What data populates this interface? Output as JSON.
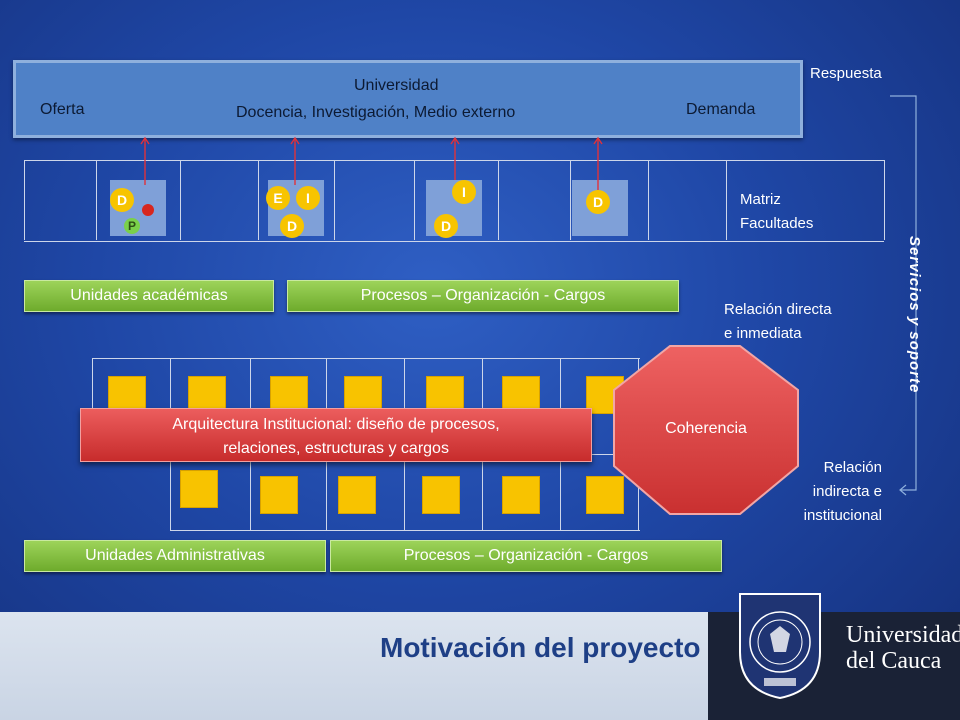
{
  "top": {
    "oferta": "Oferta",
    "universidad": "Universidad",
    "docencia": "Docencia, Investigación, Medio externo",
    "demanda": "Demanda"
  },
  "respuesta": "Respuesta",
  "servicios": "Servicios y soporte",
  "matriz": {
    "line1": "Matriz",
    "line2": "Facultades"
  },
  "circles": {
    "d": "D",
    "i": "I",
    "p": "P",
    "e": "E"
  },
  "relacion_directa": {
    "line1": "Relación directa",
    "line2": "e inmediata"
  },
  "relacion_indirecta": {
    "line1": "Relación",
    "line2": "indirecta e",
    "line3": "institucional"
  },
  "green": {
    "academicas": "Unidades académicas",
    "procesos1": "Procesos – Organización - Cargos",
    "administrativas": "Unidades Administrativas",
    "procesos2": "Procesos – Organización - Cargos"
  },
  "arquitectura": {
    "line1": "Arquitectura Institucional: diseño de procesos,",
    "line2": "relaciones, estructuras y cargos"
  },
  "coherencia": "Coherencia",
  "footer": {
    "title": "Motivación del proyecto",
    "logo_line1": "Universidad",
    "logo_line2": "del Cauca"
  },
  "colors": {
    "background": "#1f47a6",
    "green": "#7ab83a",
    "red": "#d43a3a",
    "yellow": "#f8c300",
    "octagon": "#e04646"
  }
}
